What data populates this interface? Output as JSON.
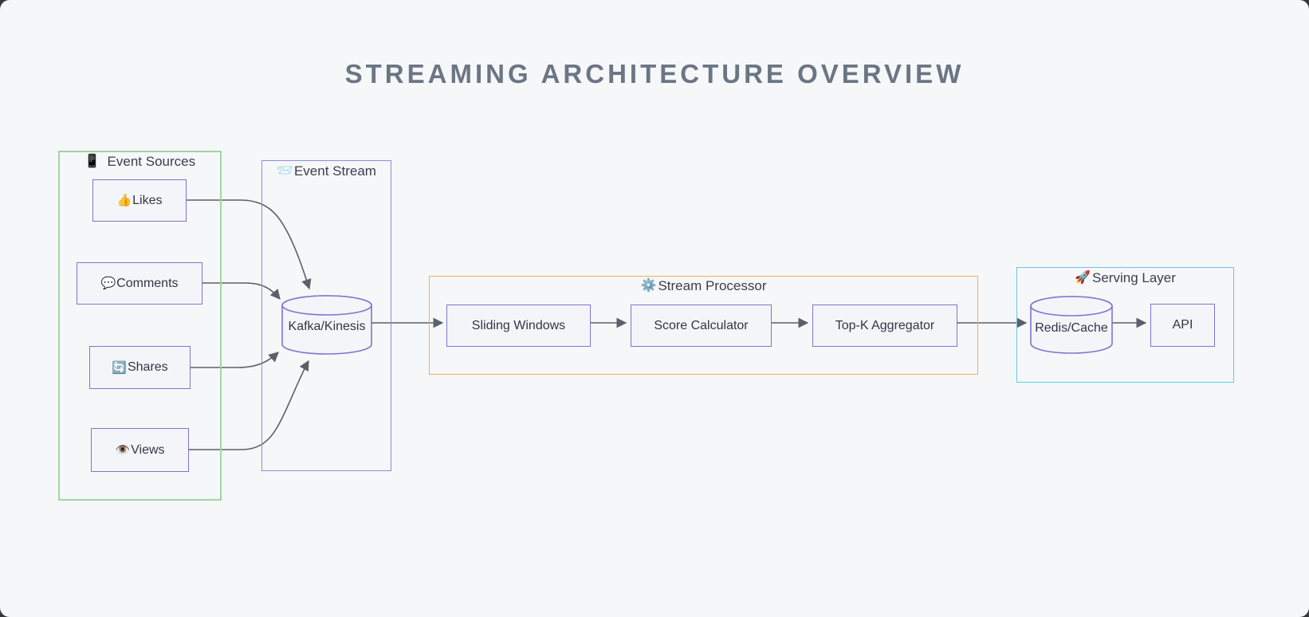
{
  "title": "STREAMING ARCHITECTURE OVERVIEW",
  "groups": {
    "sources": {
      "label": "Event Sources",
      "icon": "📱",
      "icon_name": "mobile-phone-icon"
    },
    "stream": {
      "label": "Event Stream",
      "icon": "📨",
      "icon_name": "incoming-envelope-icon"
    },
    "processor": {
      "label": "Stream Processor",
      "icon": "⚙️",
      "icon_name": "gear-icon"
    },
    "serving": {
      "label": "Serving Layer",
      "icon": "🚀",
      "icon_name": "rocket-icon"
    }
  },
  "nodes": {
    "likes": {
      "label": "Likes",
      "icon": "👍",
      "icon_name": "thumbs-up-icon"
    },
    "comments": {
      "label": "Comments",
      "icon": "💬",
      "icon_name": "speech-balloon-icon"
    },
    "shares": {
      "label": "Shares",
      "icon": "🔄",
      "icon_name": "circular-arrows-icon"
    },
    "views": {
      "label": "Views",
      "icon": "👁️",
      "icon_name": "eye-icon"
    },
    "kafka": {
      "label": "Kafka/Kinesis",
      "shape": "cylinder"
    },
    "sliding": {
      "label": "Sliding Windows",
      "shape": "rect"
    },
    "score": {
      "label": "Score Calculator",
      "shape": "rect"
    },
    "topk": {
      "label": "Top-K Aggregator",
      "shape": "rect"
    },
    "redis": {
      "label": "Redis/Cache",
      "shape": "cylinder"
    },
    "api": {
      "label": "API",
      "shape": "rect"
    }
  },
  "edges": [
    {
      "from": "likes",
      "to": "kafka"
    },
    {
      "from": "comments",
      "to": "kafka"
    },
    {
      "from": "shares",
      "to": "kafka"
    },
    {
      "from": "views",
      "to": "kafka"
    },
    {
      "from": "kafka",
      "to": "sliding"
    },
    {
      "from": "sliding",
      "to": "score"
    },
    {
      "from": "score",
      "to": "topk"
    },
    {
      "from": "topk",
      "to": "redis"
    },
    {
      "from": "redis",
      "to": "api"
    }
  ],
  "colors": {
    "background": "#f6f7f9",
    "title": "#6b7684",
    "edge": "#5a6069",
    "node_border": "#7d74d0",
    "node_fill": "#f4f5f9",
    "node_text": "#343446",
    "sources_border": "#a0d6a6",
    "stream_border": "#8a8fd2",
    "processor_border": "#eeb05e",
    "serving_border": "#63c9e6",
    "group_text": "#3c3c4e"
  }
}
